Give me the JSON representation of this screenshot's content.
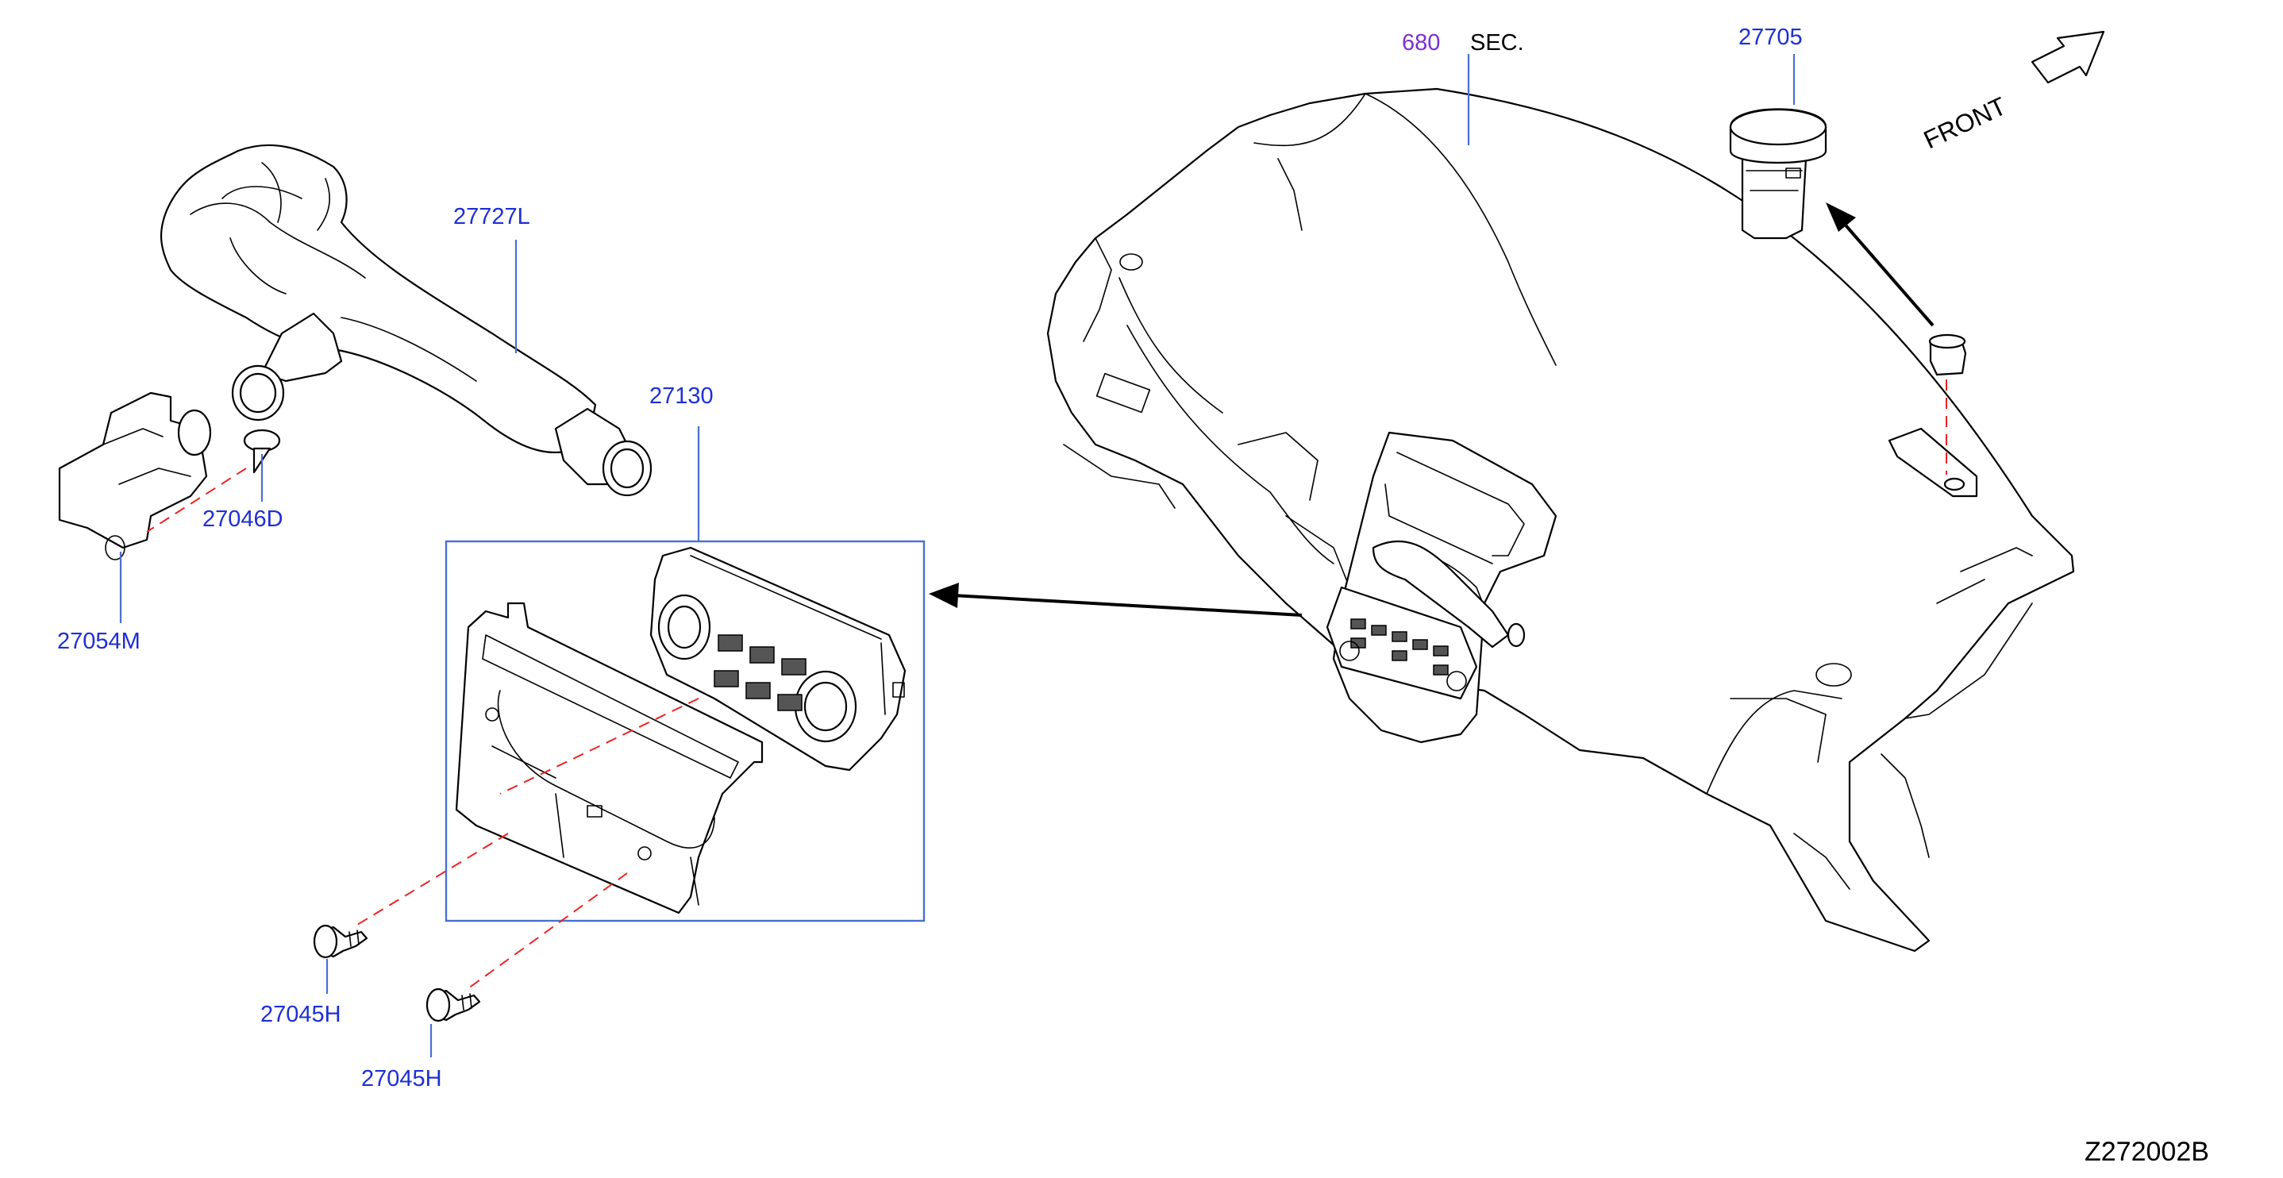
{
  "labels": {
    "sec_number": "680",
    "sec_text": "SEC.",
    "front": "FRONT",
    "p27705": "27705",
    "p27727L": "27727L",
    "p27130": "27130",
    "p27046D": "27046D",
    "p27054M": "27054M",
    "p27045H_a": "27045H",
    "p27045H_b": "27045H",
    "diagram_code": "Z272002B"
  },
  "colors": {
    "part_label": "#1e2fd6",
    "section_label": "#7a2fd6",
    "leader": "#4a6fd0",
    "dashed_line": "#e22222",
    "frame": "#4a6fd0"
  },
  "icons": {
    "front_arrow": "outline-arrow-up-right-icon"
  }
}
